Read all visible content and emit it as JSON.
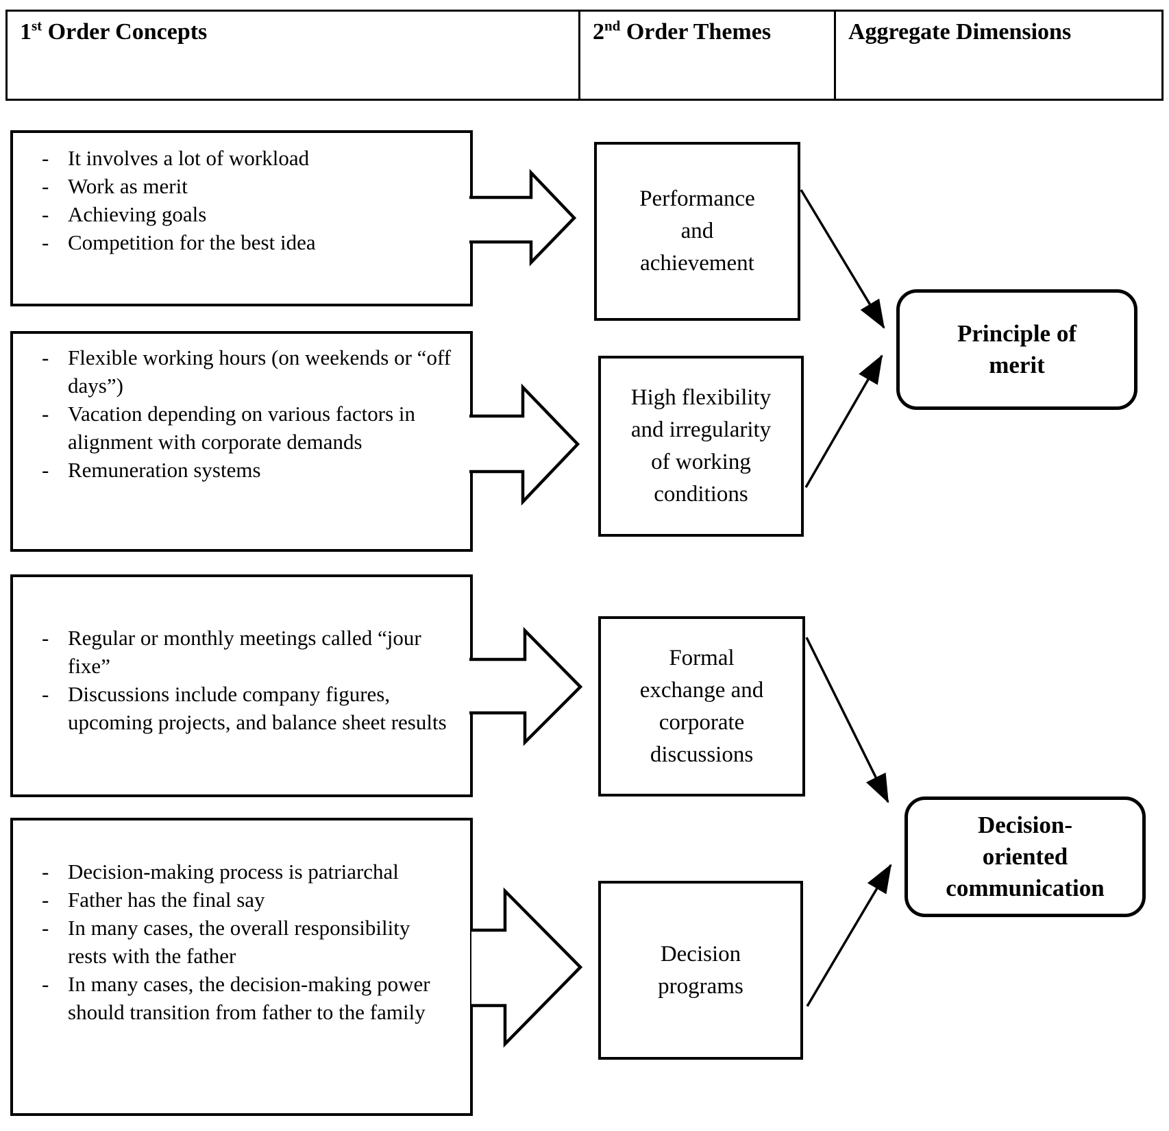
{
  "header": {
    "col1": {
      "num": "1",
      "sup": "st",
      "rest": " Order Concepts"
    },
    "col2": {
      "num": "2",
      "sup": "nd",
      "rest": " Order Themes"
    },
    "col3": {
      "text": "Aggregate Dimensions"
    }
  },
  "concept_boxes": [
    {
      "bullets": [
        "It involves a lot of workload",
        "Work as merit",
        "Achieving goals",
        "Competition for the best idea"
      ]
    },
    {
      "bullets": [
        "Flexible working hours (on weekends or “off days”)",
        "Vacation depending on various factors in alignment with corporate demands",
        "Remuneration systems"
      ]
    },
    {
      "bullets": [
        "Regular or monthly meetings called “jour fixe”",
        "Discussions include company figures, upcoming projects, and balance sheet results"
      ]
    },
    {
      "bullets": [
        "Decision-making process is patriarchal",
        "Father has the final say",
        "In many cases, the overall responsibility rests with the father",
        "In many cases, the decision-making power should transition from father to the family"
      ]
    }
  ],
  "theme_boxes": [
    {
      "label": "Performance and achievement",
      "lines": [
        "Performance",
        "and",
        "achievement"
      ]
    },
    {
      "label": "High flexibility and irregularity of working conditions",
      "lines": [
        "High flexibility",
        "and irregularity",
        "of working",
        "conditions"
      ]
    },
    {
      "label": "Formal exchange and corporate discussions",
      "lines": [
        "Formal",
        "exchange and",
        "corporate",
        "discussions"
      ]
    },
    {
      "label": "Decision programs",
      "lines": [
        "Decision",
        "programs"
      ]
    }
  ],
  "dimension_boxes": [
    {
      "label": "Principle of merit",
      "lines": [
        "Principle of",
        "merit"
      ]
    },
    {
      "label": "Decision-oriented communication",
      "lines": [
        "Decision-",
        "oriented",
        "communication"
      ]
    }
  ],
  "connections": {
    "concepts_to_themes": [
      {
        "from": "concept-group-1",
        "to": "Performance and achievement"
      },
      {
        "from": "concept-group-2",
        "to": "High flexibility and irregularity of working conditions"
      },
      {
        "from": "concept-group-3",
        "to": "Formal exchange and corporate discussions"
      },
      {
        "from": "concept-group-4",
        "to": "Decision programs"
      }
    ],
    "themes_to_dimensions": [
      {
        "from": "Performance and achievement",
        "to": "Principle of merit"
      },
      {
        "from": "High flexibility and irregularity of working conditions",
        "to": "Principle of merit"
      },
      {
        "from": "Formal exchange and corporate discussions",
        "to": "Decision-oriented communication"
      },
      {
        "from": "Decision programs",
        "to": "Decision-oriented communication"
      }
    ]
  },
  "colors": {
    "ink": "#000000",
    "background": "#ffffff"
  }
}
